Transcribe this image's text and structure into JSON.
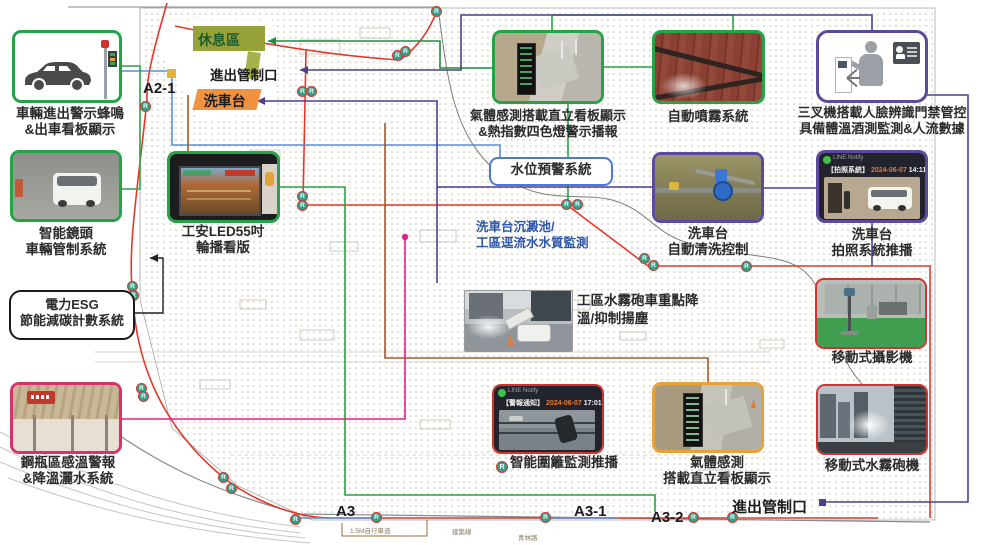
{
  "marker_letter": "R",
  "left_panel": {
    "vehicle_warning": {
      "line1": "車輛進出警示蜂鳴",
      "line2": "&出車看板顯示"
    },
    "smart_camera": {
      "line1": "智能鏡頭",
      "line2": "車輛管制系統"
    },
    "esg": {
      "line1": "電力ESG",
      "line2": "節能減碳計數系統"
    },
    "cylinder": {
      "line1": "鋼瓶區感溫警報",
      "line2": "&降溫灑水系統"
    }
  },
  "map": {
    "rest_area": "休息區",
    "gate_top": "進出管制口",
    "wash_platform": "洗車台",
    "a2_1": "A2-1",
    "sediment": {
      "line1": "洗車台沉澱池/",
      "line2": "工區逕流水水質監測"
    },
    "a3": "A3",
    "a3_1": "A3-1",
    "a3_2": "A3-2",
    "gate_bottom": "進出管制口",
    "bike_lane": "1.5M自行車道",
    "building_line": "建築線",
    "road_name": "青林路"
  },
  "systems": {
    "led": {
      "line1": "工安LED55吋",
      "line2": "輪播看版"
    },
    "gas_board": {
      "line1": "氣體感測搭載直立看板顯示",
      "line2": "&熱指數四色燈警示播報"
    },
    "auto_spray": {
      "label": "自動噴霧系統"
    },
    "turnstile": {
      "line1": "三叉機搭載人臉辨識門禁管控",
      "line2": "具備體溫酒測監測&人流數據"
    },
    "water_level": {
      "label": "水位預警系統"
    },
    "wash_auto_clean": {
      "line1": "洗車台",
      "line2": "自動清洗控制"
    },
    "wash_photo_push": {
      "line1": "洗車台",
      "line2": "拍照系統推播",
      "app": {
        "service": "LINE Notify",
        "title": "【拍照系統】",
        "date": "2024-06-07",
        "time": "14:11"
      }
    },
    "mist_truck": {
      "line1": "工區水霧砲車重點降",
      "line2": "溫/抑制揚塵"
    },
    "mobile_camera": {
      "label": "移動式攝影機"
    },
    "mobile_mist": {
      "label": "移動式水霧砲機"
    },
    "fence_push": {
      "label": "智能圍籬監測推播",
      "badge": "R",
      "app": {
        "service": "LINE Notify",
        "title": "【警報通知】",
        "date": "2024-06-07",
        "time": "17:01"
      }
    },
    "gas_sensor2": {
      "line1": "氣體感測",
      "line2": "搭載直立看板顯示"
    }
  },
  "colors": {
    "green_border": "#27a347",
    "purple_border": "#5b4a9e",
    "pink_border": "#d6336c",
    "red_border": "#d0342c",
    "orange_border": "#e8a23c",
    "blue_box": "#4a7bd0",
    "blue_text": "#2b55a8",
    "red_line": "#e2382c",
    "olive_area": "#97a23b",
    "orange_area": "#ef9340",
    "marker_fill": "#2fa08c"
  }
}
